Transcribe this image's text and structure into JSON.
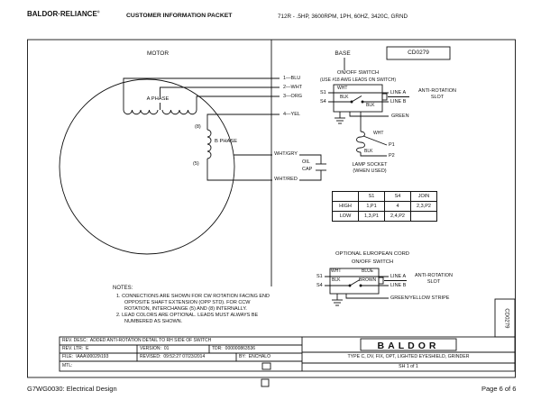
{
  "header": {
    "brand": "BALDOR·RELIANCE",
    "brand_reg": "®",
    "packet": "CUSTOMER INFORMATION PACKET",
    "spec": "712R - .5HP, 3600RPM, 1PH, 60HZ, 3420C, GRND"
  },
  "footer": {
    "doc": "G7WG0030: Electrical Design",
    "page": "Page 6 of 6"
  },
  "drawing": {
    "motor": "MOTOR",
    "base": "BASE",
    "doc_number": "CD0279",
    "doc_number_vertical": "CD0279",
    "phase_a": "A PHASE",
    "phase_b": "B PHASE",
    "tap8": "(8)",
    "tap5": "(5)",
    "leads": [
      "1—BLU",
      "2—WHT",
      "3—ORG",
      "4—YEL"
    ],
    "cap": {
      "wht_gry": "WHT/GRY",
      "wht_red": "WHT/RED",
      "oil": "OIL",
      "cap": "CAP"
    },
    "switch": {
      "title": "ON/OFF SWITCH",
      "note": "(USE #18 AWG LEADS ON SWITCH)",
      "s1": "S1",
      "s4": "S4",
      "wht": "WHT",
      "blk": "BLK",
      "line_a": "LINE A",
      "line_b": "LINE B",
      "anti1": "ANTI-ROTATION",
      "anti2": "SLOT",
      "green": "GREEN"
    },
    "lamp": {
      "wht": "WHT",
      "blk": "BLK",
      "p1": "P1",
      "p2": "P2",
      "name1": "LAMP SOCKET",
      "name2": "(WHEN USED)"
    },
    "table": {
      "headers": [
        "",
        "S1",
        "S4",
        "JOIN"
      ],
      "rows": [
        [
          "HIGH",
          "1,P1",
          "4",
          "2,3,P2"
        ],
        [
          "LOW",
          "1,3,P1",
          "2,4,P2",
          ""
        ]
      ]
    },
    "euro": {
      "title": "OPTIONAL EUROPEAN CORD",
      "subtitle": "ON/OFF SWITCH",
      "s1": "S1",
      "s4": "S4",
      "wht": "WHT",
      "blue": "BLUE",
      "blk": "BLK",
      "brown": "BROWN",
      "line_a": "LINE A",
      "line_b": "LINE B",
      "anti1": "ANTI-ROTATION",
      "anti2": "SLOT",
      "green_yellow": "GREEN/YELLOW STRIPE"
    },
    "notes": {
      "title": "NOTES:",
      "lines": [
        "1. CONNECTIONS ARE SHOWN FOR CW ROTATION FACING END",
        "OPPOSITE SHAFT EXTENSION (OPP STD).  FOR CCW",
        "ROTATION, INTERCHANGE (5) AND (8) INTERNALLY.",
        "2. LEAD COLORS ARE OPTIONAL.  LEADS MUST ALWAYS BE",
        "NUMBERED AS SHOWN."
      ]
    },
    "titleblock": {
      "rev_desc_label": "REV. DESC:",
      "rev_desc": "ADDED ANTI-ROTATION DETAIL TO RH SIDE OF SWITCH",
      "rev_ltr_label": "REV. LTR:",
      "rev_ltr": "E",
      "version_label": "VERSION:",
      "version": "01",
      "tdr_label": "TDR:",
      "tdr": "000000863536",
      "file_label": "FILE:",
      "file": "\\AAA\\00029\\193",
      "revised_label": "REVISED:",
      "revised": "09:52:27 07/23/2014",
      "by_label": "BY:",
      "by": "ENCHALO",
      "mtl_label": "MTL:",
      "brand": "BALDOR",
      "type_line": "TYPE C, DV, FIX, OPT, LIGHTED EYESHIELD, GRINDER",
      "sheet": "SH 1 of 1"
    }
  }
}
